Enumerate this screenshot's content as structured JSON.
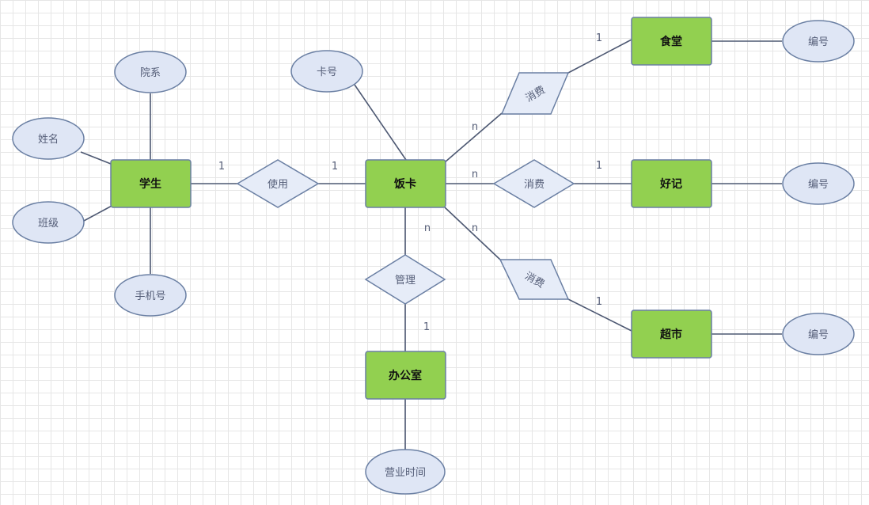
{
  "entities": {
    "student": "学生",
    "card": "饭卡",
    "office": "办公室",
    "canteen": "食堂",
    "haoji": "好记",
    "supermarket": "超市"
  },
  "attributes": {
    "dept": "院系",
    "name": "姓名",
    "class": "班级",
    "phone": "手机号",
    "card_no": "卡号",
    "canteen_no": "编号",
    "haoji_no": "编号",
    "supermarket_no": "编号",
    "office_hours": "营业时间"
  },
  "relationships": {
    "use": "使用",
    "consume_canteen": "消费",
    "consume_haoji": "消费",
    "consume_supermarket": "消费",
    "manage": "管理"
  },
  "cardinalities": {
    "student_use": "1",
    "use_card": "1",
    "card_canteen": "n",
    "canteen_side": "1",
    "card_haoji": "n",
    "haoji_side": "1",
    "card_supermarket": "n",
    "supermarket_side": "1",
    "card_manage": "n",
    "office_side": "1"
  }
}
